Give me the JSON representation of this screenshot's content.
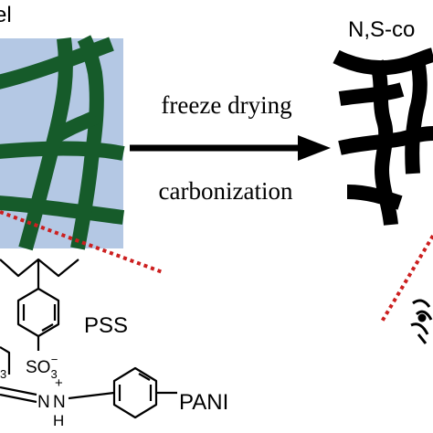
{
  "labels": {
    "hydrogel_title_fragment": "el",
    "product_title_fragment": "N,S-co",
    "step_one": "freeze drying",
    "step_two": "carbonization",
    "pss": "PSS",
    "pani": "PANI",
    "sulfonate": "SO",
    "sulfonate_sub": "3",
    "sulfonate_sup": "−",
    "left_sulfonate_sub": "3",
    "plus_sign": "+",
    "imine_n": "N",
    "amine_n": "N",
    "amine_h": "H"
  },
  "colors": {
    "gel_background": "#b4c8e4",
    "gel_network": "#165b2a",
    "carbon_network": "#000000",
    "guide_line": "#cc1f1f",
    "arrow": "#000000"
  }
}
